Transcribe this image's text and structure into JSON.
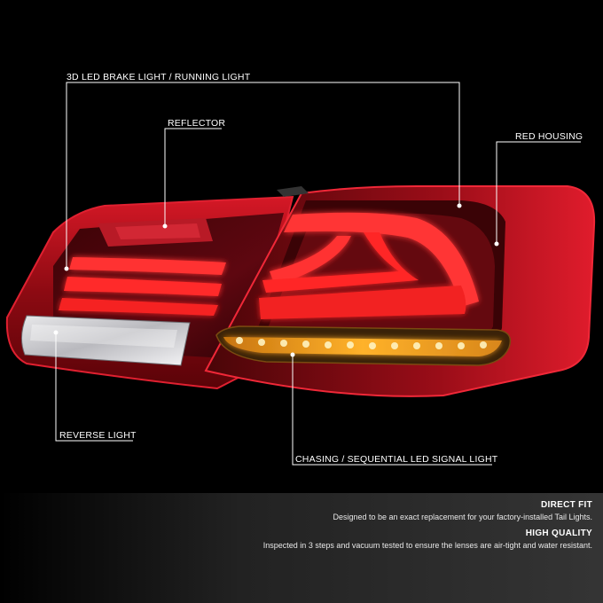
{
  "callouts": {
    "brake_light": "3D LED BRAKE LIGHT / RUNNING LIGHT",
    "reflector": "REFLECTOR",
    "red_housing": "RED HOUSING",
    "reverse_light": "REVERSE LIGHT",
    "signal_light": "CHASING / SEQUENTIAL LED SIGNAL LIGHT"
  },
  "features": [
    {
      "title": "DIRECT FIT",
      "text": "Designed to be an exact replacement for your factory-installed Tail Lights."
    },
    {
      "title": "HIGH QUALITY",
      "text": "Inspected in 3 steps and vacuum tested to ensure the lenses are air-tight and water resistant."
    }
  ],
  "colors": {
    "housing_red": "#b0101a",
    "light_bar_red": "#ff2a2a",
    "amber_led": "#f6a21a",
    "callout_line": "#ffffff"
  }
}
